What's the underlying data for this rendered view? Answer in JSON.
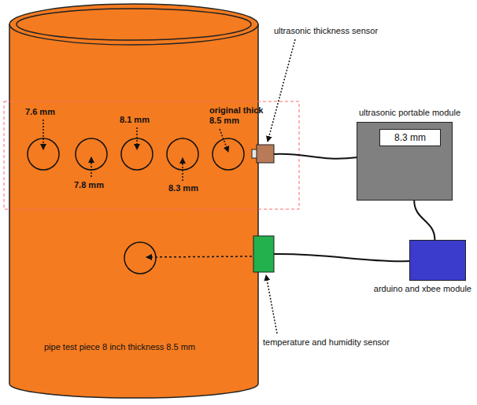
{
  "diagram": {
    "nodes": [
      {
        "text": [
          "pipe test piece 8 inch thickness 8.5 mm"
        ]
      },
      {
        "text": [
          "ultrasonic portable module"
        ]
      },
      {
        "text": [
          "8.3 mm"
        ],
        "in": 1
      },
      {
        "text": [
          "arduino and xbee module"
        ]
      }
    ],
    "edges": [
      {
        "from": 1,
        "to": 3,
        "arrow": "none"
      }
    ],
    "labels": [
      "7.6 mm",
      "7.8 mm",
      "8.1 mm",
      "8.3 mm",
      "original thick 8.5 mm",
      "ultrasonic thickness sensor",
      "temperature and humidity sensor"
    ]
  }
}
